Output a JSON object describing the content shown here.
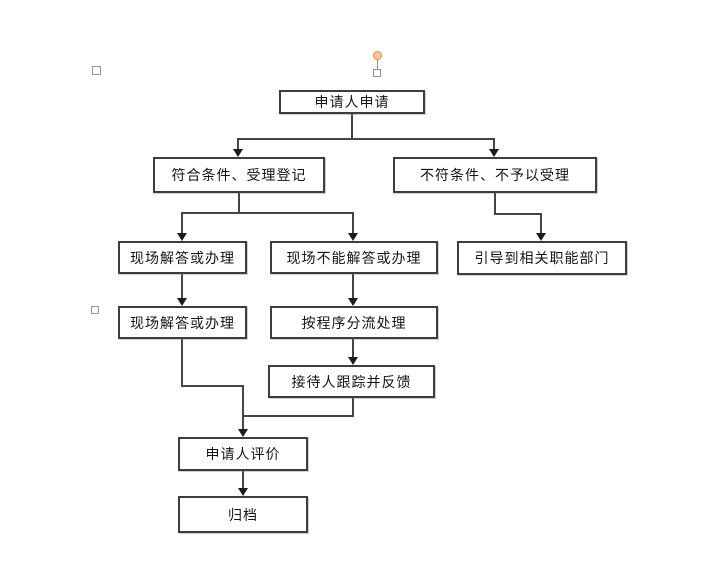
{
  "page": {
    "background": "#ffffff"
  },
  "flowchart": {
    "nodes": [
      {
        "id": "apply",
        "label": "申请人申请"
      },
      {
        "id": "accept",
        "label": "符合条件、受理登记"
      },
      {
        "id": "reject",
        "label": "不符条件、不予以受理"
      },
      {
        "id": "onsite1",
        "label": "现场解答或办理"
      },
      {
        "id": "cannot",
        "label": "现场不能解答或办理"
      },
      {
        "id": "guide",
        "label": "引导到相关职能部门"
      },
      {
        "id": "onsite2",
        "label": "现场解答或办理"
      },
      {
        "id": "process",
        "label": "按程序分流处理"
      },
      {
        "id": "track",
        "label": "接待人跟踪并反馈"
      },
      {
        "id": "evaluate",
        "label": "申请人评价"
      },
      {
        "id": "archive",
        "label": "归档"
      }
    ],
    "edges": [
      {
        "from": "apply",
        "to": "accept"
      },
      {
        "from": "apply",
        "to": "reject"
      },
      {
        "from": "accept",
        "to": "onsite1"
      },
      {
        "from": "accept",
        "to": "cannot"
      },
      {
        "from": "reject",
        "to": "guide"
      },
      {
        "from": "onsite1",
        "to": "onsite2"
      },
      {
        "from": "cannot",
        "to": "process"
      },
      {
        "from": "process",
        "to": "track"
      },
      {
        "from": "onsite2",
        "to": "evaluate"
      },
      {
        "from": "track",
        "to": "evaluate"
      },
      {
        "from": "evaluate",
        "to": "archive"
      }
    ],
    "colors": {
      "connector": "#454545",
      "node_border": "#3d3d3d",
      "node_background": "#ffffff",
      "text": "#141414",
      "handle_fill": "#fbc99a",
      "handle_border": "#d9913f",
      "anchor_border": "#989898"
    },
    "icons": {
      "handle_circle": "adjust-handle-circle",
      "handle_square": "adjust-handle-square",
      "anchors": "object-anchor-square"
    }
  }
}
